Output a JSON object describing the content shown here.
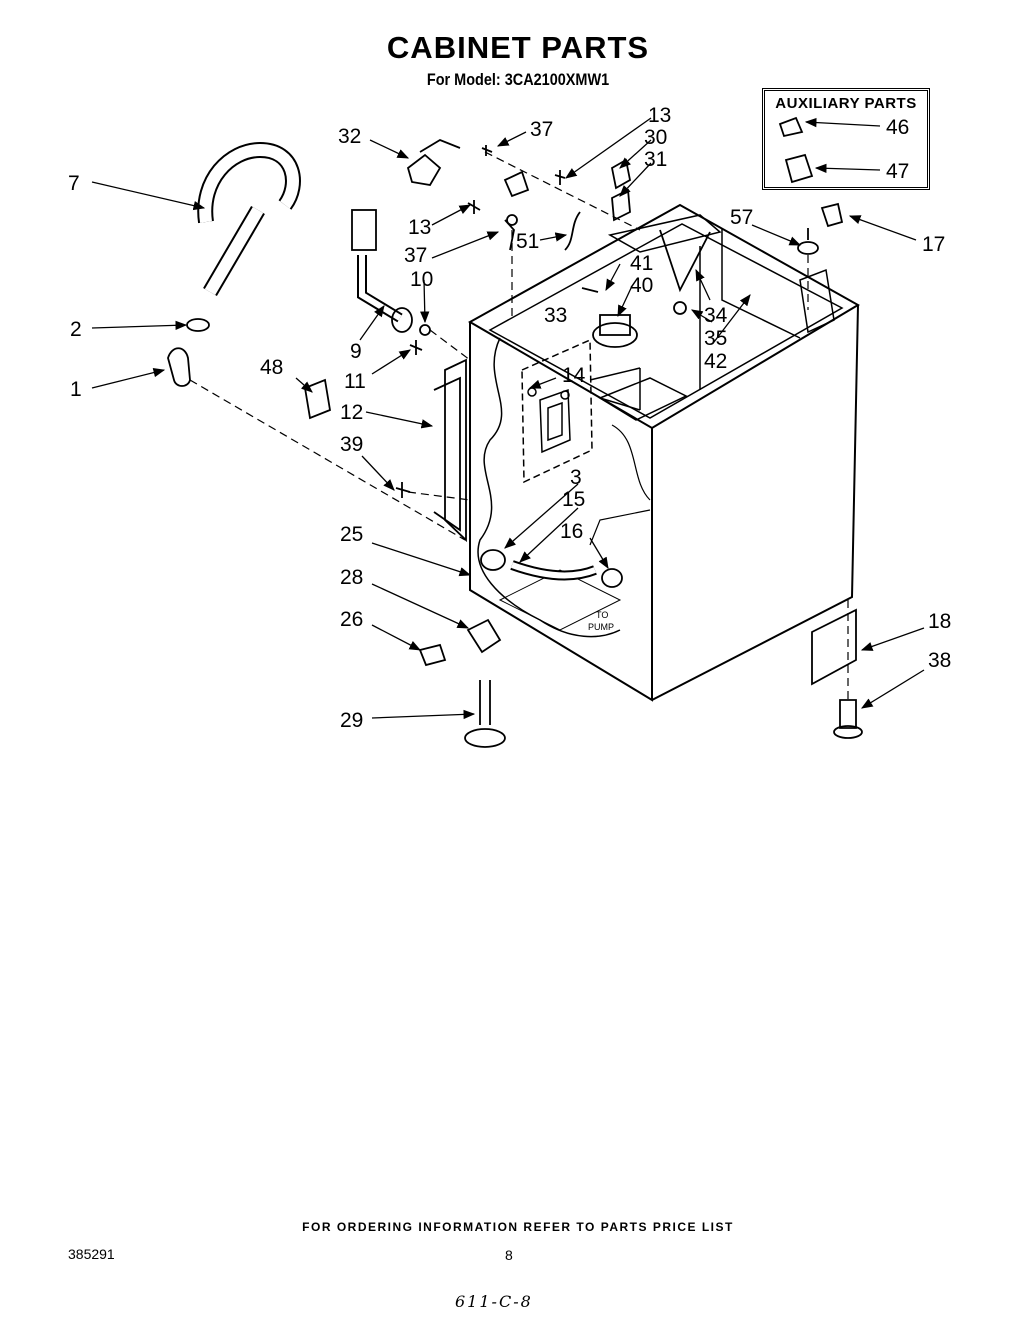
{
  "header": {
    "title": "CABINET PARTS",
    "subtitle": "For Model: 3CA2100XMW1"
  },
  "auxiliary": {
    "title": "AUXILIARY PARTS"
  },
  "callouts": {
    "c1": "1",
    "c2": "2",
    "c3": "3",
    "c7": "7",
    "c9": "9",
    "c10": "10",
    "c11": "11",
    "c12": "12",
    "c13a": "13",
    "c13b": "13",
    "c14": "14",
    "c15": "15",
    "c16": "16",
    "c17": "17",
    "c18": "18",
    "c25": "25",
    "c26": "26",
    "c28": "28",
    "c29": "29",
    "c30": "30",
    "c31": "31",
    "c32": "32",
    "c33": "33",
    "c34": "34",
    "c35": "35",
    "c37a": "37",
    "c37b": "37",
    "c38": "38",
    "c39": "39",
    "c40": "40",
    "c41": "41",
    "c42": "42",
    "c46": "46",
    "c47": "47",
    "c48": "48",
    "c51": "51",
    "c57": "57"
  },
  "pump_label": {
    "line1": "TO",
    "line2": "PUMP"
  },
  "footer": {
    "ordering": "FOR ORDERING INFORMATION REFER TO PARTS PRICE LIST",
    "doc_number": "385291",
    "page_number": "8",
    "handwritten": "611-C-8"
  }
}
